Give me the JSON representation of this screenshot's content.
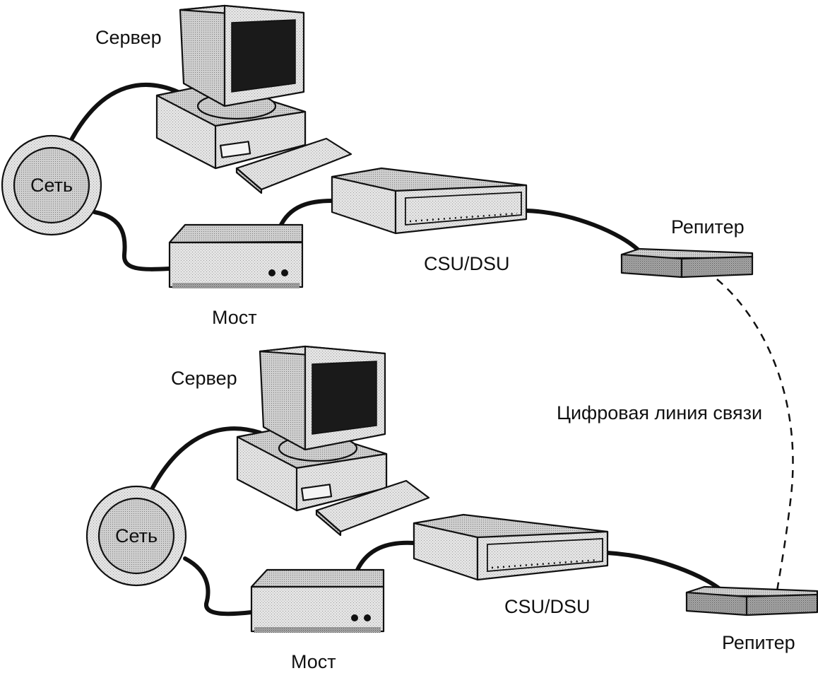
{
  "colors": {
    "ink": "#111111",
    "device_fill": "#e6e6e6",
    "device_shade": "#c9c9c9",
    "device_dark": "#9a9a9a",
    "screen": "#1a1a1a",
    "background": "#ffffff"
  },
  "site_top": {
    "server_label": "Сервер",
    "network_label": "Сеть",
    "bridge_label": "Мост",
    "csudsu_label": "CSU/DSU",
    "repeater_label": "Репитер"
  },
  "site_bottom": {
    "server_label": "Сервер",
    "network_label": "Сеть",
    "bridge_label": "Мост",
    "csudsu_label": "CSU/DSU",
    "repeater_label": "Репитер"
  },
  "link_label": "Цифровая линия связи",
  "icons": {
    "server": "computer-icon",
    "network": "network-cloud-icon",
    "bridge": "bridge-device-icon",
    "csudsu": "csu-dsu-device-icon",
    "repeater": "repeater-device-icon"
  }
}
